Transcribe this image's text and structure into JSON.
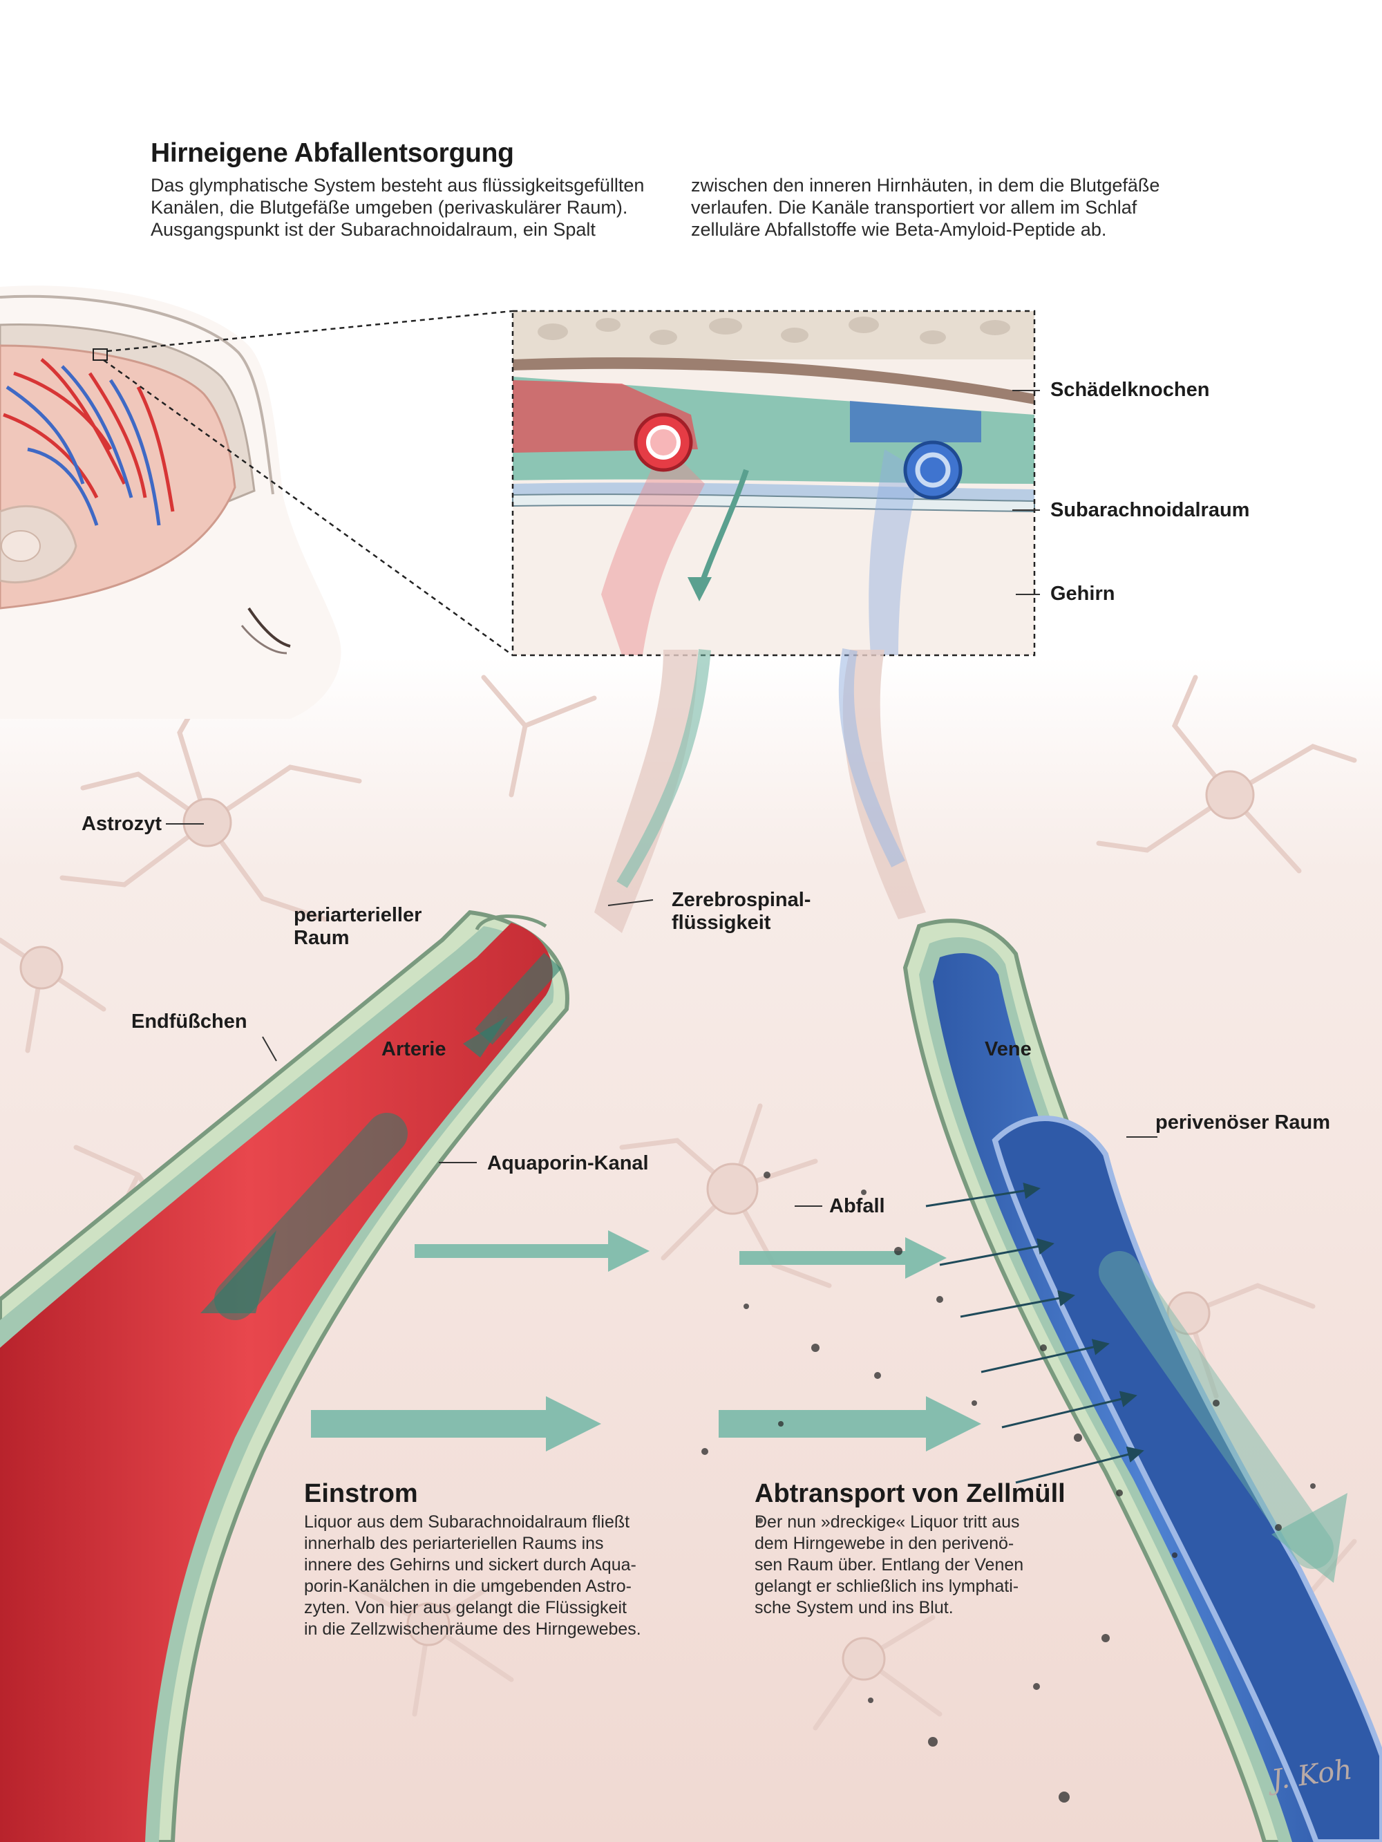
{
  "header": {
    "title": "Hirneigene Abfallentsorgung",
    "intro_left": [
      "Das glymphatische System besteht aus flüssigkeitsgefüllten",
      "Kanälen, die Blutgefäße umgeben (perivaskulärer Raum).",
      "Ausgangspunkt ist der Subarachnoidalraum, ein Spalt"
    ],
    "intro_right": [
      "zwischen den inneren Hirnhäuten, in dem die Blutgefäße",
      "verlaufen. Die Kanäle transportiert vor allem im Schlaf",
      "zelluläre Abfallstoffe wie Beta-Amyloid-Peptide ab."
    ]
  },
  "inset_labels": {
    "skull": "Schädelknochen",
    "subarachnoid": "Subarachnoidalraum",
    "brain": "Gehirn"
  },
  "labels": {
    "astrocyte": "Astrozyt",
    "periarterial_line1": "periarterieller",
    "periarterial_line2": "Raum",
    "csf_line1": "Zerebrospinal-",
    "csf_line2": "flüssigkeit",
    "endfeet": "Endfüßchen",
    "artery": "Arterie",
    "vein": "Vene",
    "perivenous": "perivenöser Raum",
    "aquaporin": "Aquaporin-Kanal",
    "waste": "Abfall"
  },
  "influx": {
    "heading": "Einstrom",
    "lines": [
      "Liquor aus dem Subarachnoidalraum fließt",
      "innerhalb des periarteriellen Raums ins",
      "innere des Gehirns und sickert durch Aqua-",
      "porin-Kanälchen in die umgebenden Astro-",
      "zyten. Von hier aus gelangt die Flüssigkeit",
      "in die Zellzwischenräume des Hirngewebes."
    ]
  },
  "clearance": {
    "heading": "Abtransport von Zellmüll",
    "lines": [
      "Der nun »dreckige« Liquor tritt aus",
      "dem Hirngewebe in den perivenö-",
      "sen Raum über. Entlang der Venen",
      "gelangt er schließlich ins lymphati-",
      "sche System und ins Blut."
    ]
  },
  "signature": "J. Koh",
  "colors": {
    "artery": "#d9383f",
    "vein": "#3f6fc0",
    "csf_flow": "#6fb5a3",
    "perivascular": "#9fc9b5",
    "tissue": "#f4e3dd",
    "skull": "#ddd3c8"
  }
}
